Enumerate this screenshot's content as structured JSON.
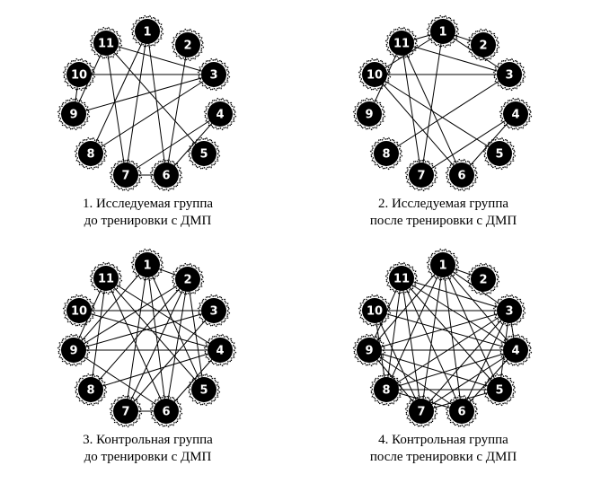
{
  "figure": {
    "panels": [
      {
        "id": "p1",
        "caption_line1": "1. Исследуемая группа",
        "caption_line2": "до тренировки с ДМП",
        "nodes": [
          "1",
          "2",
          "3",
          "4",
          "5",
          "6",
          "7",
          "8",
          "9",
          "10",
          "11"
        ],
        "edges": [
          [
            1,
            6
          ],
          [
            1,
            7
          ],
          [
            1,
            8
          ],
          [
            11,
            3
          ],
          [
            11,
            5
          ],
          [
            11,
            7
          ],
          [
            11,
            9
          ],
          [
            10,
            3
          ],
          [
            10,
            9
          ],
          [
            9,
            3
          ],
          [
            8,
            3
          ],
          [
            7,
            6
          ],
          [
            7,
            4
          ],
          [
            6,
            4
          ],
          [
            6,
            2
          ]
        ]
      },
      {
        "id": "p2",
        "caption_line1": "2. Исследуемая группа",
        "caption_line2": "после тренировки с ДМП",
        "nodes": [
          "1",
          "2",
          "3",
          "4",
          "5",
          "6",
          "7",
          "8",
          "9",
          "10",
          "11"
        ],
        "edges": [
          [
            1,
            2
          ],
          [
            1,
            3
          ],
          [
            1,
            7
          ],
          [
            1,
            10
          ],
          [
            1,
            11
          ],
          [
            11,
            3
          ],
          [
            11,
            6
          ],
          [
            11,
            7
          ],
          [
            10,
            3
          ],
          [
            10,
            5
          ],
          [
            10,
            6
          ],
          [
            9,
            11
          ],
          [
            8,
            3
          ],
          [
            7,
            4
          ],
          [
            6,
            4
          ]
        ]
      },
      {
        "id": "p3",
        "caption_line1": "3. Контрольная группа",
        "caption_line2": "до тренировки с ДМП",
        "nodes": [
          "1",
          "2",
          "3",
          "4",
          "5",
          "6",
          "7",
          "8",
          "9",
          "10",
          "11"
        ],
        "edges": [
          [
            1,
            2
          ],
          [
            1,
            6
          ],
          [
            1,
            7
          ],
          [
            1,
            9
          ],
          [
            1,
            5
          ],
          [
            2,
            6
          ],
          [
            2,
            7
          ],
          [
            2,
            8
          ],
          [
            2,
            5
          ],
          [
            2,
            9
          ],
          [
            11,
            4
          ],
          [
            11,
            5
          ],
          [
            11,
            6
          ],
          [
            11,
            8
          ],
          [
            11,
            9
          ],
          [
            10,
            3
          ],
          [
            10,
            4
          ],
          [
            9,
            3
          ],
          [
            9,
            4
          ],
          [
            9,
            6
          ],
          [
            8,
            4
          ],
          [
            7,
            6
          ],
          [
            7,
            3
          ],
          [
            6,
            4
          ]
        ]
      },
      {
        "id": "p4",
        "caption_line1": "4. Контрольная группа",
        "caption_line2": "после тренировки с ДМП",
        "nodes": [
          "1",
          "2",
          "3",
          "4",
          "5",
          "6",
          "7",
          "8",
          "9",
          "10",
          "11"
        ],
        "edges": [
          [
            1,
            2
          ],
          [
            1,
            3
          ],
          [
            1,
            4
          ],
          [
            1,
            5
          ],
          [
            1,
            6
          ],
          [
            1,
            7
          ],
          [
            1,
            8
          ],
          [
            1,
            9
          ],
          [
            11,
            3
          ],
          [
            11,
            4
          ],
          [
            11,
            5
          ],
          [
            11,
            6
          ],
          [
            11,
            7
          ],
          [
            11,
            8
          ],
          [
            11,
            9
          ],
          [
            10,
            3
          ],
          [
            10,
            4
          ],
          [
            10,
            7
          ],
          [
            10,
            8
          ],
          [
            9,
            3
          ],
          [
            9,
            4
          ],
          [
            9,
            5
          ],
          [
            9,
            6
          ],
          [
            9,
            7
          ],
          [
            8,
            3
          ],
          [
            8,
            4
          ],
          [
            8,
            5
          ],
          [
            8,
            6
          ],
          [
            7,
            3
          ],
          [
            7,
            4
          ],
          [
            7,
            5
          ],
          [
            6,
            3
          ],
          [
            6,
            4
          ],
          [
            5,
            3
          ],
          [
            4,
            3
          ]
        ]
      }
    ]
  }
}
